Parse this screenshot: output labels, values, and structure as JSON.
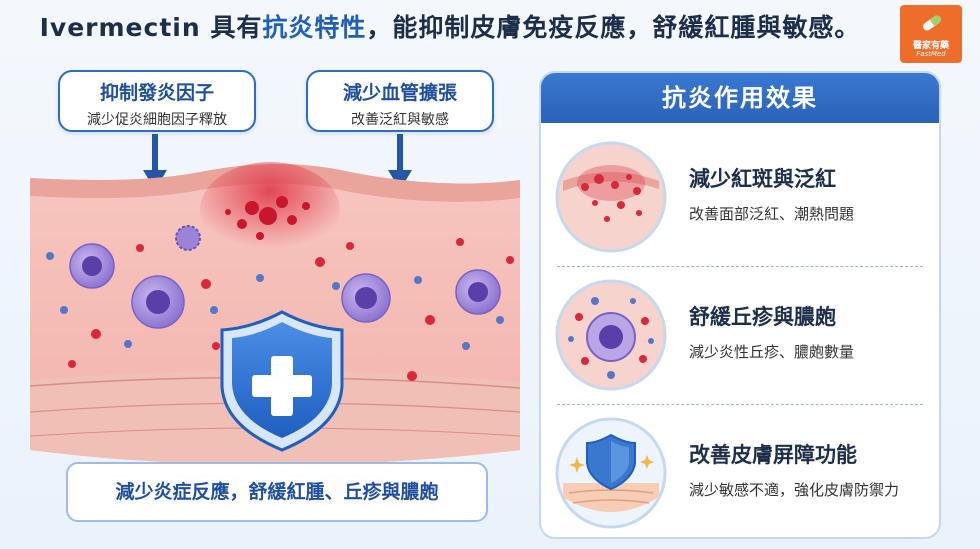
{
  "title": {
    "part1": "Ivermectin 具有",
    "highlight": "抗炎特性",
    "part2": "，能抑制皮膚免疫反應，舒緩紅腫與敏感。"
  },
  "logo": {
    "line1": "醫家有藥",
    "line2": "FastMed"
  },
  "callouts": [
    {
      "heading": "抑制發炎因子",
      "sub": "減少促炎細胞因子釋放"
    },
    {
      "heading": "減少血管擴張",
      "sub": "改善泛紅與敏感"
    }
  ],
  "bottom_banner": "減少炎症反應，舒緩紅腫、丘疹與膿皰",
  "panel": {
    "title": "抗炎作用效果",
    "items": [
      {
        "heading": "減少紅斑與泛紅",
        "sub": "改善面部泛紅、潮熱問題",
        "icon": "redness-skin-icon"
      },
      {
        "heading": "舒緩丘疹與膿皰",
        "sub": "減少炎性丘疹、膿皰數量",
        "icon": "immune-cell-icon"
      },
      {
        "heading": "改善皮膚屏障功能",
        "sub": "減少敏感不適，強化皮膚防禦力",
        "icon": "shield-skin-icon"
      }
    ]
  },
  "colors": {
    "primary_blue": "#2e6cc2",
    "title_dark": "#1d2e4a",
    "inflammation_red": "#d9283a",
    "cell_purple": "#7a62c4",
    "logo_orange": "#ef6d2a"
  }
}
